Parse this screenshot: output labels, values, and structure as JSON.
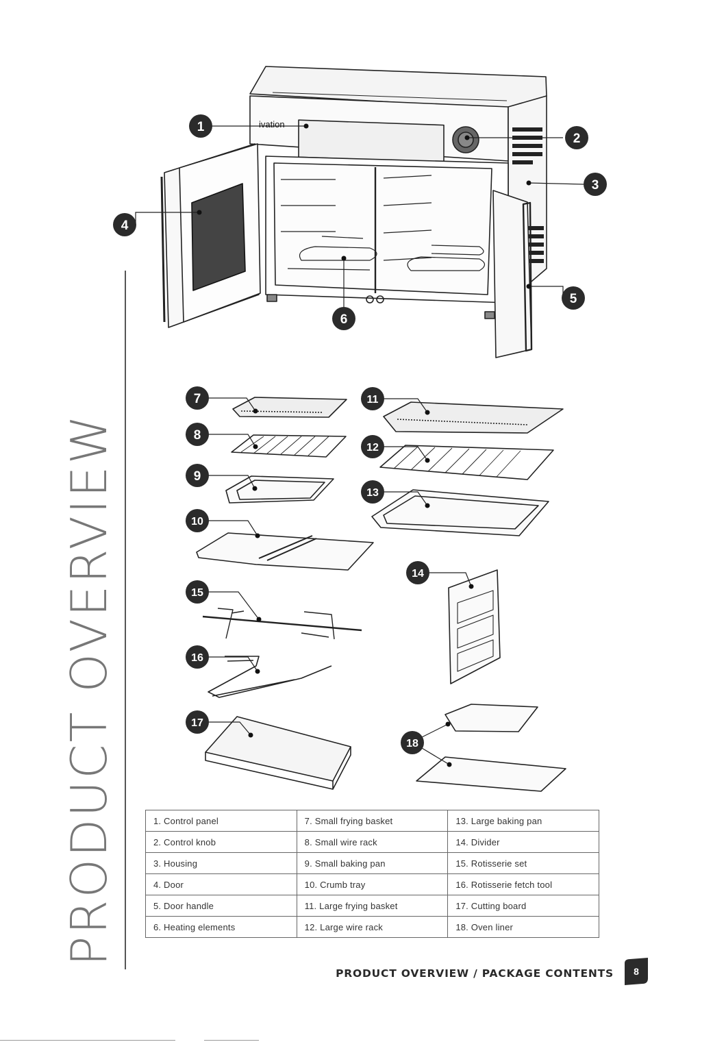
{
  "page": {
    "side_title": "PRODUCT OVERVIEW",
    "footer_title": "PRODUCT OVERVIEW / PACKAGE CONTENTS",
    "page_number": "8"
  },
  "illustration": {
    "brand": "ivation",
    "callouts": [
      "1",
      "2",
      "3",
      "4",
      "5",
      "6",
      "7",
      "8",
      "9",
      "10",
      "11",
      "12",
      "13",
      "14",
      "15",
      "16",
      "17",
      "18"
    ]
  },
  "parts_table": {
    "rows": [
      [
        "1.  Control panel",
        "7.  Small frying basket",
        "13. Large baking pan"
      ],
      [
        "2. Control knob",
        "8.  Small wire rack",
        "14. Divider"
      ],
      [
        "3. Housing",
        "9.  Small baking pan",
        "15. Rotisserie set"
      ],
      [
        "4. Door",
        "10. Crumb tray",
        "16. Rotisserie fetch tool"
      ],
      [
        "5. Door handle",
        "11.  Large frying basket",
        "17. Cutting board"
      ],
      [
        "6. Heating elements",
        "12. Large wire rack",
        "18. Oven liner"
      ]
    ]
  },
  "colors": {
    "badge": "#2b2b2b",
    "line": "#222222",
    "text": "#333333"
  },
  "icons": [
    "oven-illustration",
    "accessory-illustration",
    "callout-badge",
    "page-number-badge"
  ]
}
